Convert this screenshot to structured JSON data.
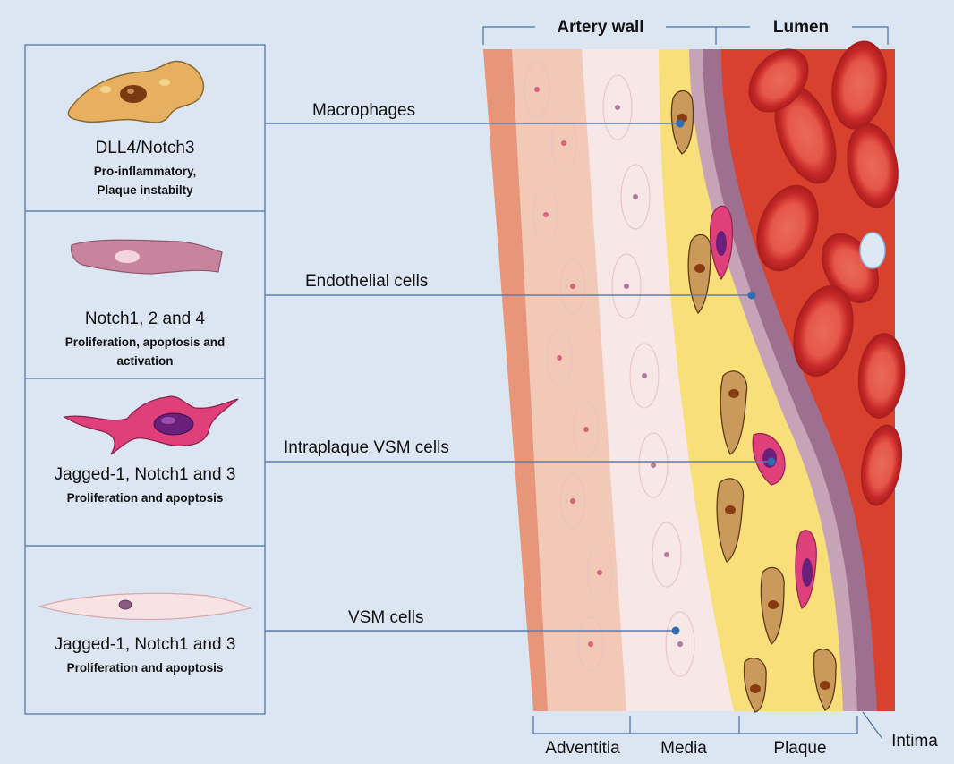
{
  "panels": [
    {
      "title": "DLL4/Notch3",
      "lines": [
        "Pro-inflammatory,",
        "Plaque instabilty"
      ]
    },
    {
      "title": "Notch1, 2 and 4",
      "lines": [
        "Proliferation, apoptosis and",
        "activation"
      ]
    },
    {
      "title": "Jagged-1, Notch1 and 3",
      "lines": [
        "Proliferation and apoptosis"
      ]
    },
    {
      "title": "Jagged-1, Notch1 and 3",
      "lines": [
        "Proliferation and apoptosis"
      ]
    }
  ],
  "connectors": [
    {
      "label": "Macrophages"
    },
    {
      "label": "Endothelial cells"
    },
    {
      "label": "Intraplaque VSM cells"
    },
    {
      "label": "VSM cells"
    }
  ],
  "regions": {
    "artery_wall": "Artery wall",
    "lumen": "Lumen"
  },
  "layers": {
    "adventitia": "Adventitia",
    "media": "Media",
    "plaque": "Plaque",
    "intima": "Intima"
  },
  "colors": {
    "background": "#dce6f2",
    "box_border": "#4a6fa5",
    "connector": "#5b7fb3",
    "dot": "#2f6db0",
    "adventitia": "#f2c9b6",
    "media": "#f7e7e6",
    "plaque": "#f9df7a",
    "intima": "#9e6f8e",
    "lumen": "#d9412f",
    "rbc": "#c62828"
  }
}
